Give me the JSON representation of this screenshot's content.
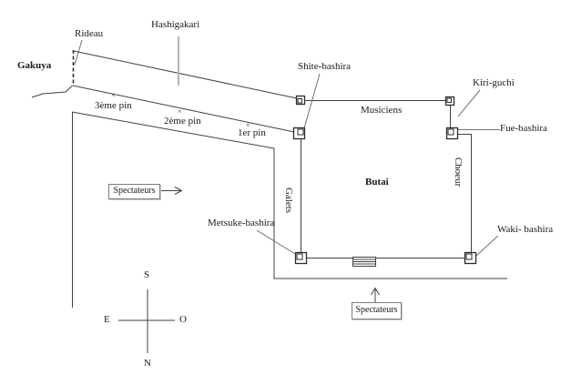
{
  "diagram": {
    "backstage": {
      "gakuya": "Gakuya",
      "rideau": "Rideau"
    },
    "bridge": {
      "hashigakari": "Hashigakari",
      "pin_marker": "×",
      "pins": [
        "3ème pin",
        "2ème pin",
        "1er pin"
      ]
    },
    "stage": {
      "butai": "Butai",
      "musiciens": "Musiciens",
      "choeur": "Choeur",
      "galets": "Galets"
    },
    "pillars": {
      "shite": "Shite-bashira",
      "kiri_guchi": "Kiri-guchi",
      "fue": "Fue-bashira",
      "metsuke": "Metsuke-bashira",
      "waki": "Waki- bashira"
    },
    "audience": {
      "left_box": "Spectateurs",
      "bottom_box": "Spectateurs"
    },
    "compass": {
      "south": "S",
      "north": "N",
      "east": "E",
      "west": "O"
    }
  },
  "colors": {
    "line": "#404040",
    "leader": "#707070",
    "pointer": "#b3b3b3",
    "text": "#1a1a1a",
    "background": "#ffffff"
  }
}
